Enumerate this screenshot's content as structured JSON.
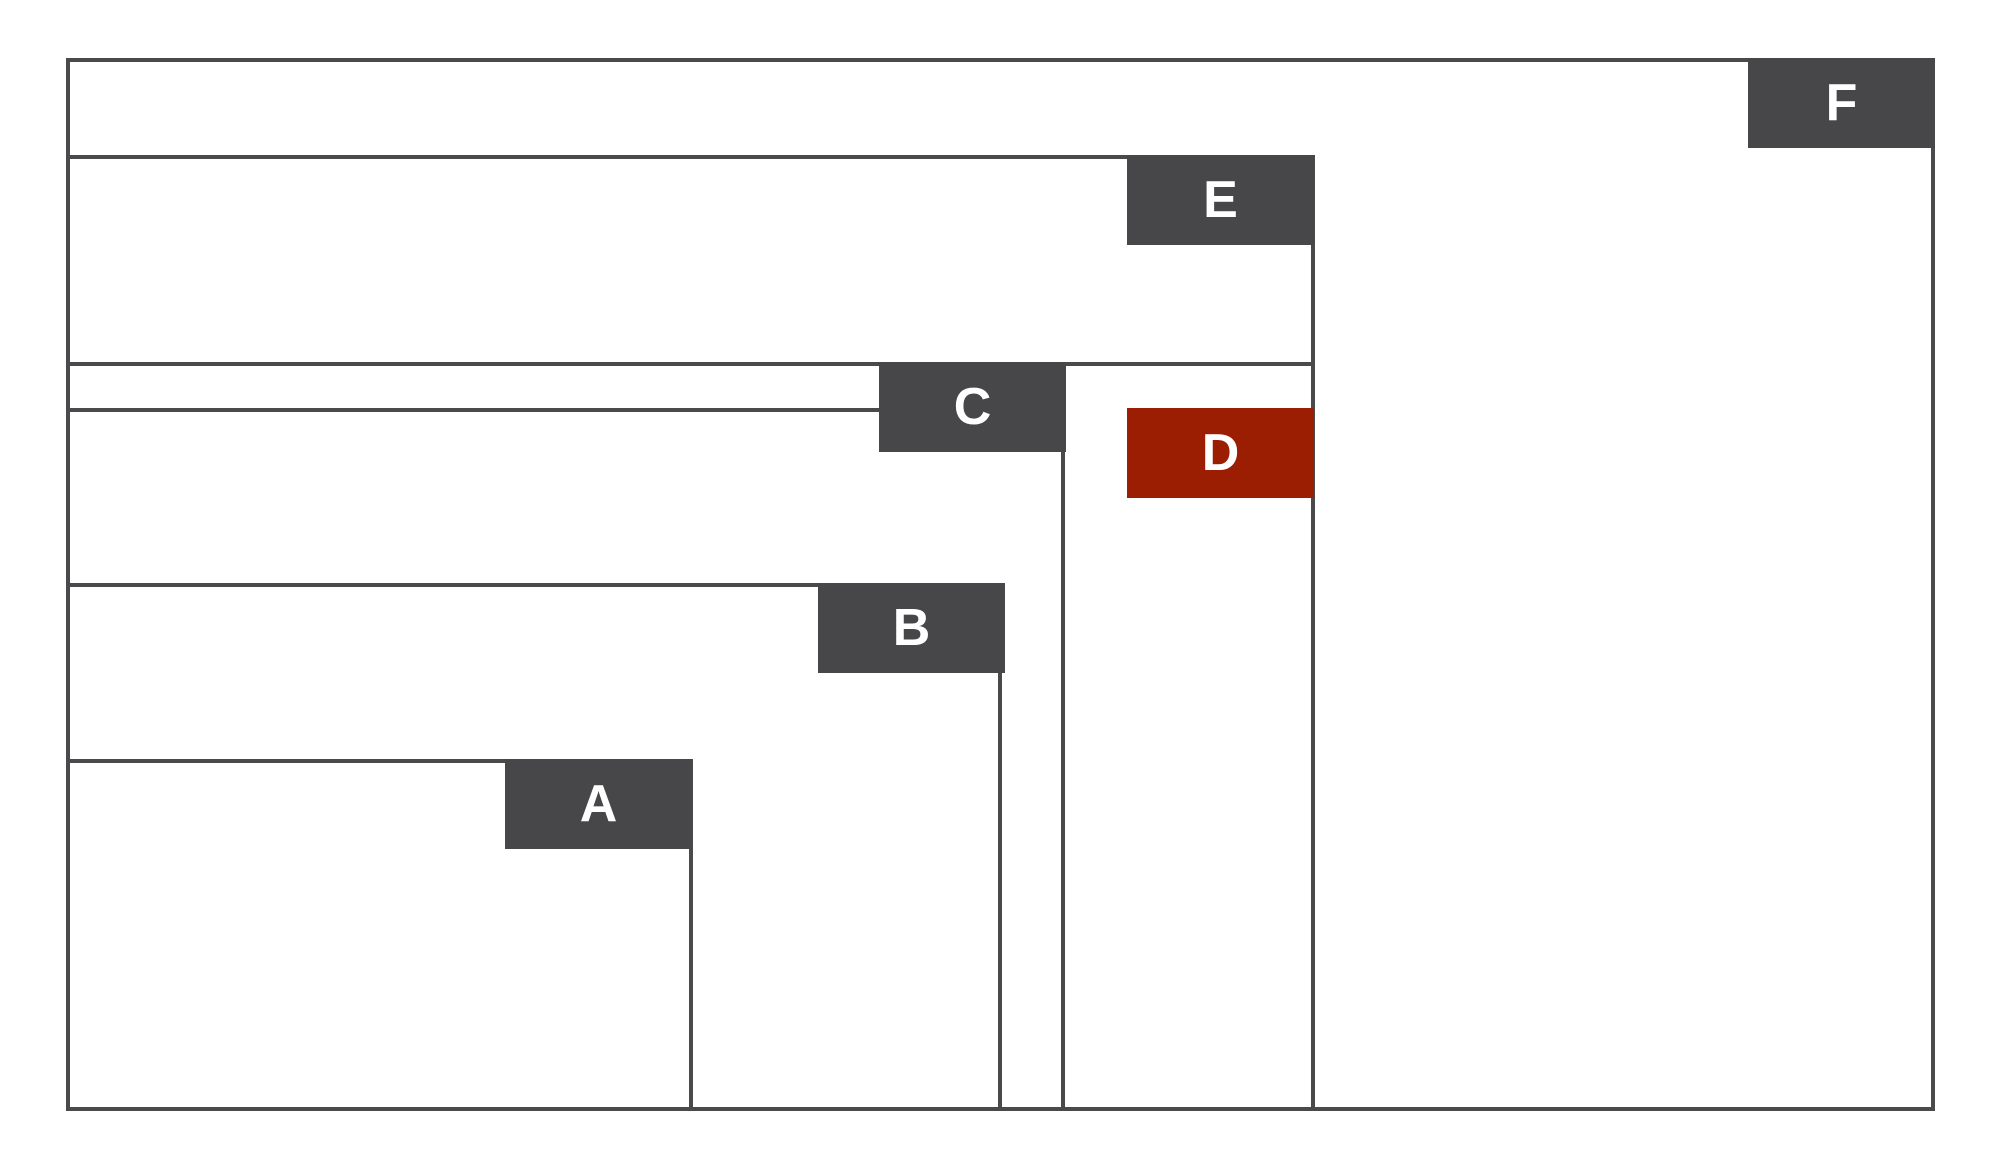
{
  "diagram": {
    "type": "nested-boxes",
    "boxes": [
      {
        "id": "A",
        "label": "A",
        "highlighted": false
      },
      {
        "id": "B",
        "label": "B",
        "highlighted": false
      },
      {
        "id": "C",
        "label": "C",
        "highlighted": false
      },
      {
        "id": "D",
        "label": "D",
        "highlighted": true
      },
      {
        "id": "E",
        "label": "E",
        "highlighted": false
      },
      {
        "id": "F",
        "label": "F",
        "highlighted": false
      }
    ],
    "colors": {
      "border": "#4a4a4c",
      "tag": "#474749",
      "highlight": "#9b1e03",
      "text": "#ffffff"
    }
  }
}
